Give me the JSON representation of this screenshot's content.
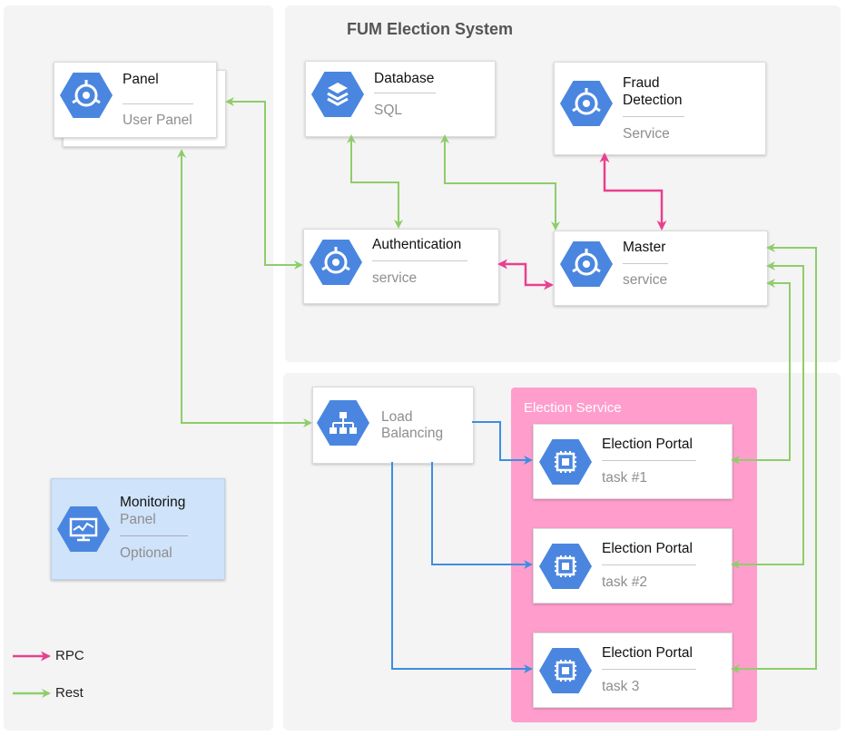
{
  "title": "FUM Election System",
  "nodes": {
    "panel": {
      "title": "Panel",
      "subtitle": "User Panel",
      "icon": "compute-engine-icon"
    },
    "database": {
      "title": "Database",
      "subtitle": "SQL",
      "icon": "database-stack-icon"
    },
    "fraud": {
      "title_line1": "Fraud",
      "title_line2": "Detection",
      "subtitle": "Service",
      "icon": "compute-engine-icon"
    },
    "auth": {
      "title": "Authentication",
      "subtitle": "service",
      "icon": "compute-engine-icon"
    },
    "master": {
      "title": "Master",
      "subtitle": "service",
      "icon": "compute-engine-icon"
    },
    "load_balancing": {
      "title_line1": "Load",
      "title_line2": "Balancing",
      "icon": "load-balancer-icon"
    },
    "election_service": {
      "title": "Election Service"
    },
    "portals": [
      {
        "title": "Election Portal",
        "subtitle": "task #1",
        "icon": "cpu-chip-icon"
      },
      {
        "title": "Election Portal",
        "subtitle": "task #2",
        "icon": "cpu-chip-icon"
      },
      {
        "title": "Election Portal",
        "subtitle": "task 3",
        "icon": "cpu-chip-icon"
      }
    ],
    "monitoring": {
      "title": "Monitoring",
      "subtitle": "Panel",
      "note": "Optional",
      "icon": "monitor-chart-icon"
    }
  },
  "legend": [
    {
      "label": "RPC",
      "color": "#e8408f"
    },
    {
      "label": "Rest",
      "color": "#8fcd6a"
    }
  ],
  "colors": {
    "hex_blue": "#4a86e0",
    "rest_green": "#8fcd6a",
    "rpc_pink": "#e8408f",
    "lb_blue": "#3d8ee0",
    "election_bg": "#ff9ecd"
  }
}
